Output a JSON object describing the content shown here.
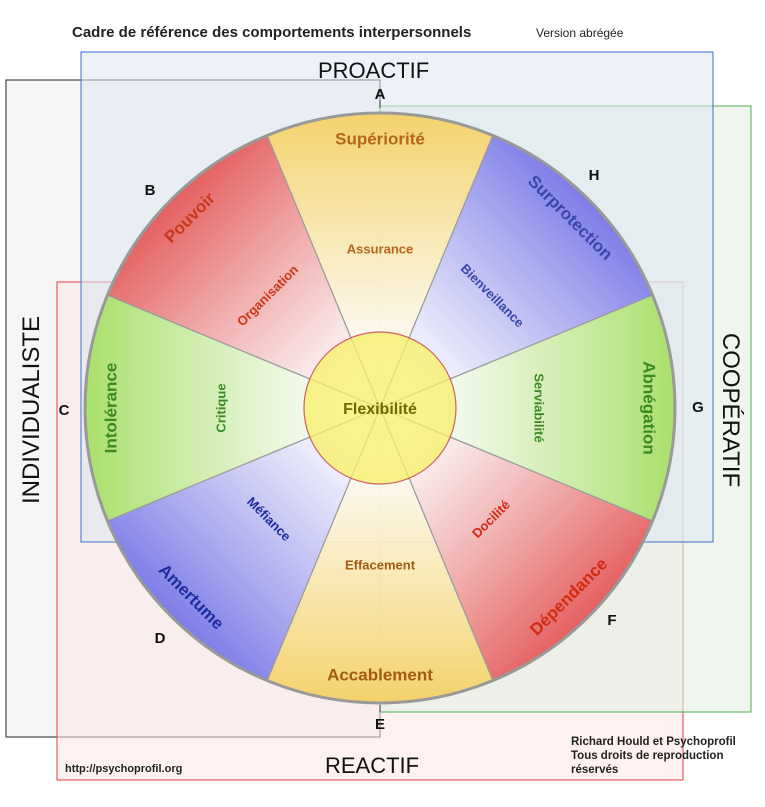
{
  "header": {
    "title": "Cadre de référence des comportements interpersonnels",
    "version": "Version abrégée"
  },
  "axes": {
    "top": "PROACTIF",
    "bottom": "REACTIF",
    "left": "INDIVIDUALISTE",
    "right": "COOPÉRATIF"
  },
  "center": {
    "label": "Flexibilité"
  },
  "letters": {
    "A": "A",
    "B": "B",
    "C": "C",
    "D": "D",
    "E": "E",
    "F": "F",
    "G": "G",
    "H": "H"
  },
  "sectors": [
    {
      "id": "A",
      "outer": "Supériorité",
      "inner": "Assurance",
      "color": "#f4d26a",
      "text_color": "#b5651d"
    },
    {
      "id": "H",
      "outer": "Surprotection",
      "inner": "Bienveillance",
      "color": "#7d7de8",
      "text_color": "#3a46a8"
    },
    {
      "id": "G",
      "outer": "Abnégation",
      "inner": "Serviabilité",
      "color": "#a9df6a",
      "text_color": "#3d8a22"
    },
    {
      "id": "F",
      "outer": "Dépendance",
      "inner": "Docilité",
      "color": "#e56060",
      "text_color": "#d22a12"
    },
    {
      "id": "E",
      "outer": "Accablement",
      "inner": "Effacement",
      "color": "#f4d26a",
      "text_color": "#a35a14"
    },
    {
      "id": "D",
      "outer": "Amertume",
      "inner": "Méfiance",
      "color": "#7d7de8",
      "text_color": "#1e2ca0"
    },
    {
      "id": "C",
      "outer": "Intolérance",
      "inner": "Critique",
      "color": "#a9df6a",
      "text_color": "#3d8a22"
    },
    {
      "id": "B",
      "outer": "Pouvoir",
      "inner": "Organisation",
      "color": "#e56060",
      "text_color": "#c9371a"
    }
  ],
  "footer": {
    "credit_line1": "Richard Hould et Psychoprofil",
    "credit_line2": "Tous droits de reproduction réservés",
    "url": "http://psychoprofil.org"
  },
  "colors": {
    "proactif": "#3f6fd0",
    "cooperatif": "#4caf50",
    "individualiste": "#222222",
    "reactif": "#e04040"
  }
}
